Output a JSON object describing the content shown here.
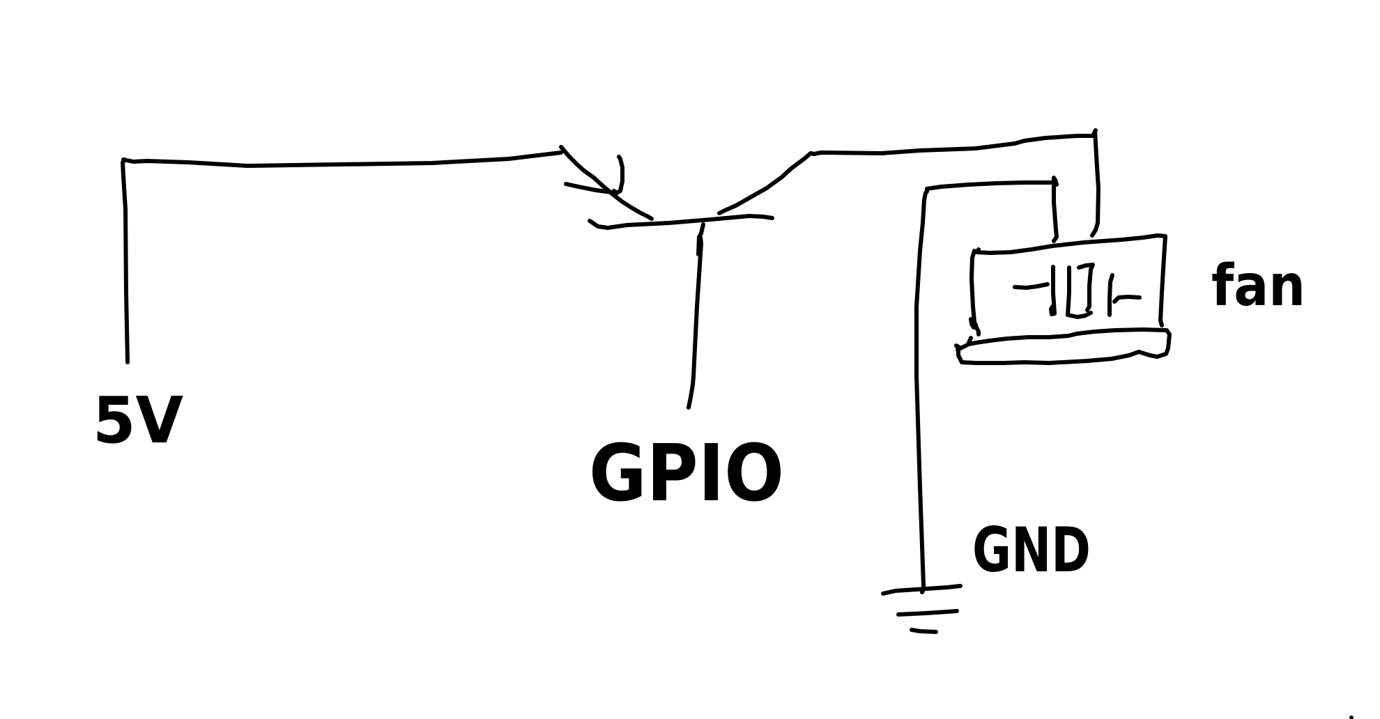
{
  "colors": {
    "ink": "#000000",
    "background": "#ffffff"
  },
  "labels": {
    "supply": "5V",
    "gpio": "GPIO",
    "ground": "GND",
    "fan": "fan"
  },
  "fan_symbol_text": "-|||-"
}
